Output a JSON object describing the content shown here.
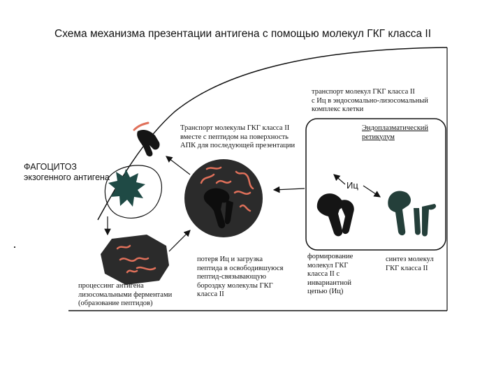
{
  "title": "Схема механизма презентации антигена с помощью молекул ГКГ класса II",
  "labels": {
    "transport_top": "транспорт молекул ГКГ класса II\nс Иц в эндосомально-лизосомальный\nкомплекс клетки",
    "er": "Эндоплазматический\nретикулум",
    "transport_surface": "Транспорт молекулы ГКГ класса II\nвместе с пептидом на поверхность\nАПК для последующей презентации",
    "phagocytosis": "ФАГОЦИТОЗ\nэкзогенного антигена",
    "ic": "Иц",
    "processing": "процессинг антигена\nлизосомальными ферментами\n(образование пептидов)",
    "loss_ic": "потеря Иц и загрузка\nпептида в освободившуюся\nпептид-связывающую\nбороздку молекулы ГКГ\nкласса II",
    "forming": "формирование\nмолекул ГКГ\nкласса II с\nинвариантной\nцепью (Иц)",
    "synthesis": "синтез молекул\nГКГ класса II"
  },
  "colors": {
    "ink": "#111111",
    "vesicle": "#2b2b2b",
    "peptide": "#e0705a",
    "star": "#1f4a45",
    "mhc_teal": "#243f3a",
    "mhc_dark": "#151515"
  }
}
